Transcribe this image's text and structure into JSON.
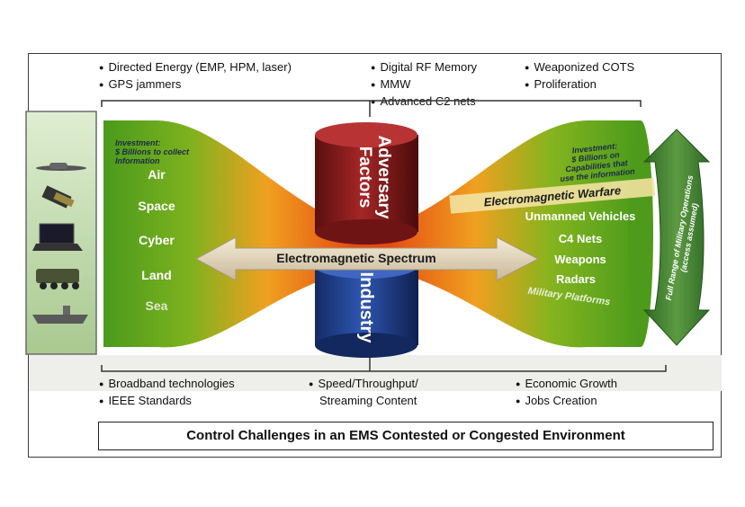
{
  "top_groups": {
    "left": [
      "Directed Energy (EMP, HPM, laser)",
      "GPS jammers"
    ],
    "middle": [
      "Digital RF Memory",
      "MMW",
      "Advanced C2 nets"
    ],
    "right": [
      "Weaponized COTS",
      "Proliferation"
    ]
  },
  "bottom_groups": {
    "left": [
      "Broadband technologies",
      "IEEE Standards"
    ],
    "middle_line1": "Speed/Throughput/",
    "middle_line2": "Streaming Content",
    "right": [
      "Economic Growth",
      "Jobs Creation"
    ]
  },
  "left_funnel": {
    "investment_label": [
      "Investment:",
      "$ Billions to collect",
      "Information"
    ],
    "domains": [
      "Air",
      "Space",
      "Cyber",
      "Land",
      "Sea"
    ]
  },
  "right_funnel": {
    "investment_label": [
      "Investment:",
      "$ Billions on",
      "Capabilities that",
      "use the information"
    ],
    "capabilities": [
      "Electromagnetic Warfare",
      "Unmanned Vehicles",
      "C4 Nets",
      "Weapons",
      "Radars",
      "Military Platforms"
    ]
  },
  "center": {
    "spectrum_label": "Electromagnetic Spectrum",
    "top_cylinder_label": [
      "Adversary",
      "Factors"
    ],
    "bottom_cylinder_label": "Industry"
  },
  "right_arrow_label": [
    "Full Range of Military Operations",
    "(access assumed)"
  ],
  "left_panel_icons": [
    "drone-icon",
    "satellite-icon",
    "laptop-icon",
    "armored-vehicle-icon",
    "aircraft-carrier-icon"
  ],
  "footer": "Control Challenges in an EMS Contested or Congested Environment",
  "colors": {
    "funnel_green": "#4e9a1a",
    "funnel_orange": "#f08a18",
    "funnel_core": "#e24b12",
    "cylinder_red": "#8b1a1a",
    "cylinder_blue": "#1e3f8e",
    "arrow_green": "#3d7a30",
    "panel_green": "#b8d4a0"
  }
}
